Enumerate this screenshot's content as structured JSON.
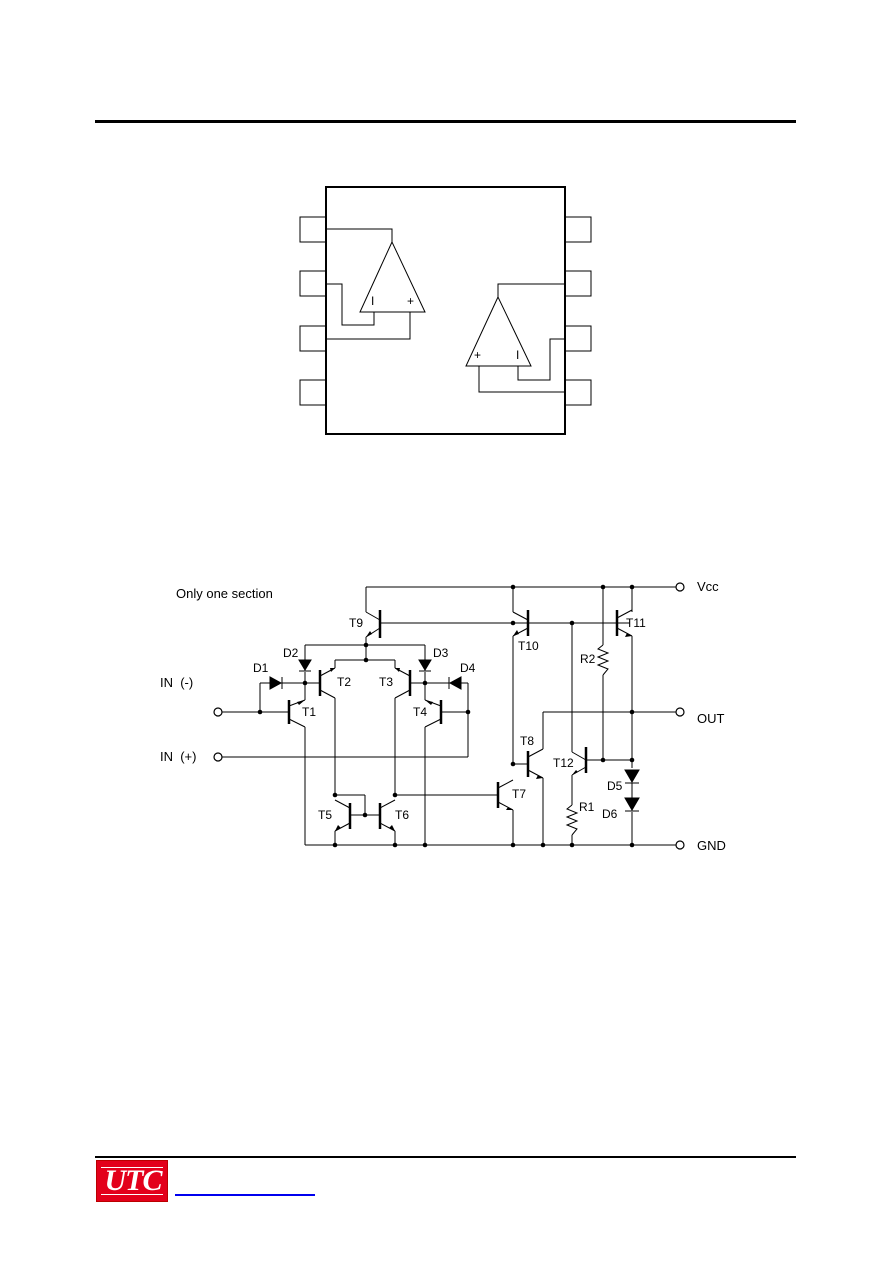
{
  "logo": {
    "text": "UTC",
    "brand_color": "#e3001b"
  },
  "pin_diagram": {
    "left_pins": 4,
    "right_pins": 4,
    "opamp_a": {
      "minus": "I",
      "plus": "+"
    },
    "opamp_b": {
      "plus": "+",
      "minus": "I"
    }
  },
  "schematic": {
    "caption": "Only one section",
    "rails": {
      "vcc": "Vcc",
      "out": "OUT",
      "gnd": "GND"
    },
    "inputs": {
      "inv": "IN  (-)",
      "noninv": "IN  (+)"
    },
    "transistors": {
      "t1": "T1",
      "t2": "T2",
      "t3": "T3",
      "t4": "T4",
      "t5": "T5",
      "t6": "T6",
      "t7": "T7",
      "t8": "T8",
      "t9": "T9",
      "t10": "T10",
      "t11": "T11",
      "t12": "T12"
    },
    "diodes": {
      "d1": "D1",
      "d2": "D2",
      "d3": "D3",
      "d4": "D4",
      "d5": "D5",
      "d6": "D6"
    },
    "resistors": {
      "r1": "R1",
      "r2": "R2"
    }
  }
}
